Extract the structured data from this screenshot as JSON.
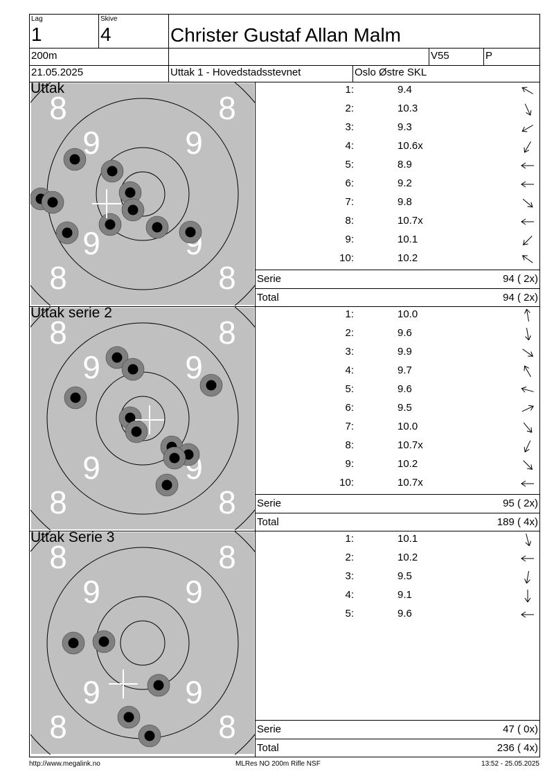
{
  "header": {
    "lag_label": "Lag",
    "lag": "1",
    "skive_label": "Skive",
    "skive": "4",
    "name": "Christer Gustaf Allan Malm",
    "distance": "200m",
    "class": "V55",
    "extra": "P",
    "date": "21.05.2025",
    "event": "Uttak 1 - Hovedstadsstevnet",
    "club": "Oslo Østre SKL"
  },
  "sections": [
    {
      "title": "Uttak",
      "shots": [
        {
          "n": "1:",
          "v": "9.4",
          "dir": 150
        },
        {
          "n": "2:",
          "v": "10.3",
          "dir": -65
        },
        {
          "n": "3:",
          "v": "9.3",
          "dir": -150
        },
        {
          "n": "4:",
          "v": "10.6x",
          "dir": -120
        },
        {
          "n": "5:",
          "v": "8.9",
          "dir": 180
        },
        {
          "n": "6:",
          "v": "9.2",
          "dir": 180
        },
        {
          "n": "7:",
          "v": "9.8",
          "dir": -40
        },
        {
          "n": "8:",
          "v": "10.7x",
          "dir": 180
        },
        {
          "n": "9:",
          "v": "10.1",
          "dir": -135
        },
        {
          "n": "10:",
          "v": "10.2",
          "dir": 145
        }
      ],
      "serie_label": "Serie",
      "serie": "94 ( 2x)",
      "total_label": "Total",
      "total": "94 ( 2x)"
    },
    {
      "title": "Uttak serie 2",
      "shots": [
        {
          "n": "1:",
          "v": "10.0",
          "dir": 100
        },
        {
          "n": "2:",
          "v": "9.6",
          "dir": -80
        },
        {
          "n": "3:",
          "v": "9.9",
          "dir": -35
        },
        {
          "n": "4:",
          "v": "9.7",
          "dir": 120
        },
        {
          "n": "5:",
          "v": "9.6",
          "dir": 165
        },
        {
          "n": "6:",
          "v": "9.5",
          "dir": 25
        },
        {
          "n": "7:",
          "v": "10.0",
          "dir": -50
        },
        {
          "n": "8:",
          "v": "10.7x",
          "dir": -115
        },
        {
          "n": "9:",
          "v": "10.2",
          "dir": -45
        },
        {
          "n": "10:",
          "v": "10.7x",
          "dir": 180
        }
      ],
      "serie_label": "Serie",
      "serie": "95 ( 2x)",
      "total_label": "Total",
      "total": "189 ( 4x)"
    },
    {
      "title": "Uttak Serie 3",
      "shots": [
        {
          "n": "1:",
          "v": "10.1",
          "dir": -75
        },
        {
          "n": "2:",
          "v": "10.2",
          "dir": 180
        },
        {
          "n": "3:",
          "v": "9.5",
          "dir": -100
        },
        {
          "n": "4:",
          "v": "9.1",
          "dir": -90
        },
        {
          "n": "5:",
          "v": "9.6",
          "dir": 180
        }
      ],
      "serie_label": "Serie",
      "serie": "47 ( 0x)",
      "total_label": "Total",
      "total": "236 ( 4x)"
    }
  ],
  "ring_labels": {
    "eight": "8",
    "nine": "9"
  },
  "footer": {
    "left": "http://www.megalink.no",
    "center": "MLRes NO 200m Rifle NSF",
    "right": "13:52 - 25.05.2025"
  },
  "colors": {
    "target_bg": "#c0c0c0",
    "shot_ring": "#808080",
    "shot_core": "#000000"
  }
}
